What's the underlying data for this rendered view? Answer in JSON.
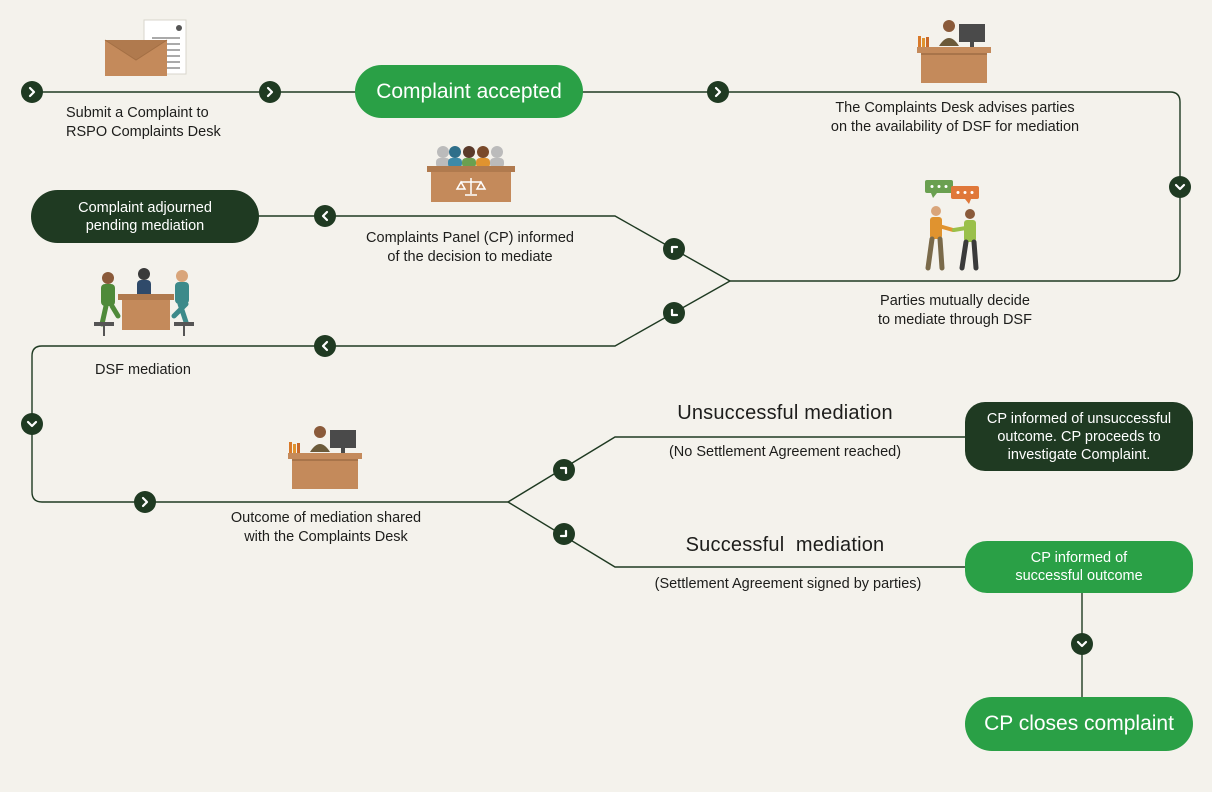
{
  "colors": {
    "background": "#f4f2ec",
    "line": "#1f3a22",
    "green": "#2aa046",
    "dark_green": "#1f3a22",
    "desk": "#c48a5b",
    "text": "#1d1d1b"
  },
  "steps": {
    "submit": "Submit a Complaint to\nRSPO Complaints Desk",
    "accepted": "Complaint accepted",
    "advises": "The Complaints Desk advises parties\non the availability of DSF for mediation",
    "parties_decide": "Parties mutually decide\nto mediate through DSF",
    "panel_informed": "Complaints Panel (CP) informed\nof the decision to mediate",
    "adjourned": "Complaint adjourned\npending mediation",
    "dsf_mediation": "DSF mediation",
    "outcome_shared": "Outcome of mediation shared\nwith the Complaints Desk"
  },
  "branches": {
    "unsuccessful": {
      "title": "Unsuccessful mediation",
      "note": "(No Settlement Agreement reached)",
      "result": "CP informed of unsuccessful\noutcome. CP proceeds to\ninvestigate Complaint."
    },
    "successful": {
      "title": "Successful  mediation",
      "note": "(Settlement Agreement signed by parties)",
      "result": "CP informed of\nsuccessful outcome",
      "final": "CP closes complaint"
    }
  },
  "icons": {
    "arrow_nodes": "chevron-arrow-icon",
    "submit": "envelope-document-icon",
    "desk": "desk-worker-icon",
    "panel": "panel-court-icon",
    "parties": "handshake-chat-icon",
    "mediation": "mediation-meeting-icon"
  }
}
